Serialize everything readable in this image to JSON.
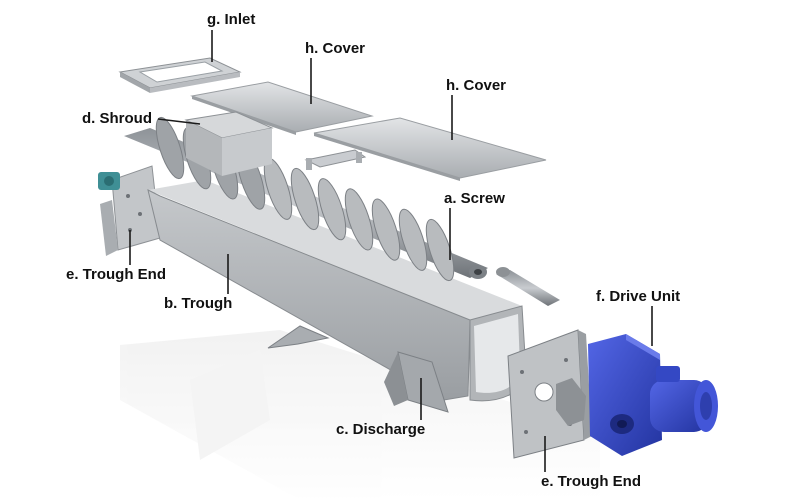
{
  "labels": {
    "inlet": "g. Inlet",
    "cover_left": "h. Cover",
    "cover_right": "h. Cover",
    "shroud": "d. Shroud",
    "screw": "a. Screw",
    "trough_end_left": "e. Trough End",
    "trough": "b. Trough",
    "drive_unit": "f. Drive Unit",
    "discharge": "c. Discharge",
    "trough_end_right": "e. Trough End"
  },
  "colors": {
    "steel_light": "#d4d6d8",
    "steel_mid": "#b3b6b9",
    "steel_dark": "#8d9195",
    "drive_blue": "#3a4fd0",
    "drive_blue_dark": "#2536a0",
    "bearing_teal": "#3f8f95",
    "leader": "#1a1a1a"
  }
}
